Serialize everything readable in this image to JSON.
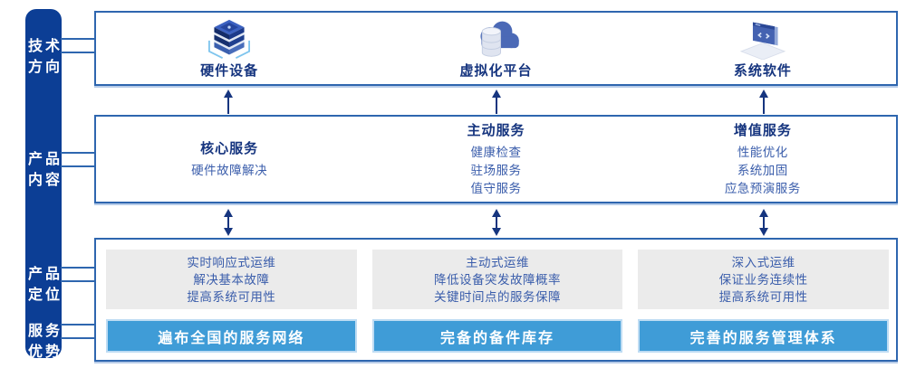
{
  "colors": {
    "sidebar": "#0c3e95",
    "border": "#2e66af",
    "navy": "#16357f",
    "bodytext": "#3a5dab",
    "panel": "#ebebeb",
    "bar": "#3f9cd7",
    "barhalo": "#bedcf3",
    "arrow": "#16357f"
  },
  "sidebar": {
    "items": [
      {
        "id": "tech-direction",
        "lines": [
          "技术",
          "方向"
        ]
      },
      {
        "id": "product-content",
        "lines": [
          "产品",
          "内容"
        ]
      },
      {
        "id": "product-positioning",
        "lines": [
          "产品",
          "定位"
        ]
      },
      {
        "id": "service-advantage",
        "lines": [
          "服务",
          "优势"
        ]
      }
    ]
  },
  "tech_row": {
    "items": [
      {
        "icon": "server-stack-icon",
        "label": "硬件设备"
      },
      {
        "icon": "cloud-database-icon",
        "label": "虚拟化平台"
      },
      {
        "icon": "code-window-icon",
        "label": "系统软件"
      }
    ]
  },
  "content_row": {
    "columns": [
      {
        "title": "核心服务",
        "items": [
          "硬件故障解决"
        ]
      },
      {
        "title": "主动服务",
        "items": [
          "健康检查",
          "驻场服务",
          "值守服务"
        ]
      },
      {
        "title": "增值服务",
        "items": [
          "性能优化",
          "系统加固",
          "应急预演服务"
        ]
      }
    ]
  },
  "positioning_row": {
    "columns": [
      {
        "points": [
          "实时响应式运维",
          "解决基本故障",
          "提高系统可用性"
        ],
        "bar": "遍布全国的服务网络"
      },
      {
        "points": [
          "主动式运维",
          "降低设备突发故障概率",
          "关键时间点的服务保障"
        ],
        "bar": "完备的备件库存"
      },
      {
        "points": [
          "深入式运维",
          "保证业务连续性",
          "提高系统可用性"
        ],
        "bar": "完善的服务管理体系"
      }
    ]
  }
}
